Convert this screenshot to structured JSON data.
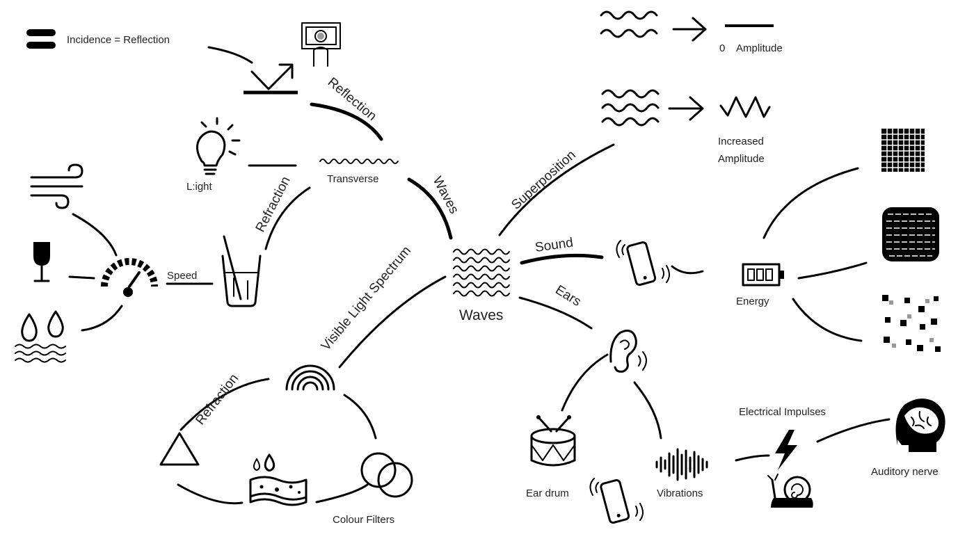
{
  "center": {
    "label": "Waves"
  },
  "top_left": {
    "equals_caption": "Incidence = Reflection",
    "reflection": "Reflection",
    "waves": "Waves",
    "transverse": "Transverse",
    "light": "L:ight",
    "refraction": "Refraction",
    "speed": "Speed"
  },
  "top_right": {
    "superposition": "Superposition",
    "zero": "0",
    "amplitude": "Amplitude",
    "increased_amplitude_line1": "Increased",
    "increased_amplitude_line2": "Amplitude"
  },
  "right": {
    "sound": "Sound",
    "energy": "Energy"
  },
  "bottom_left": {
    "visible_light_spectrum": "Visible Light Spectrum",
    "refraction": "Refraction",
    "colour_filters": "Colour Filters"
  },
  "bottom_right": {
    "ears": "Ears",
    "ear_drum": "Ear drum",
    "vibrations": "Vibrations",
    "electrical_impulses": "Electrical Impulses",
    "auditory_nerve": "Auditory nerve"
  }
}
